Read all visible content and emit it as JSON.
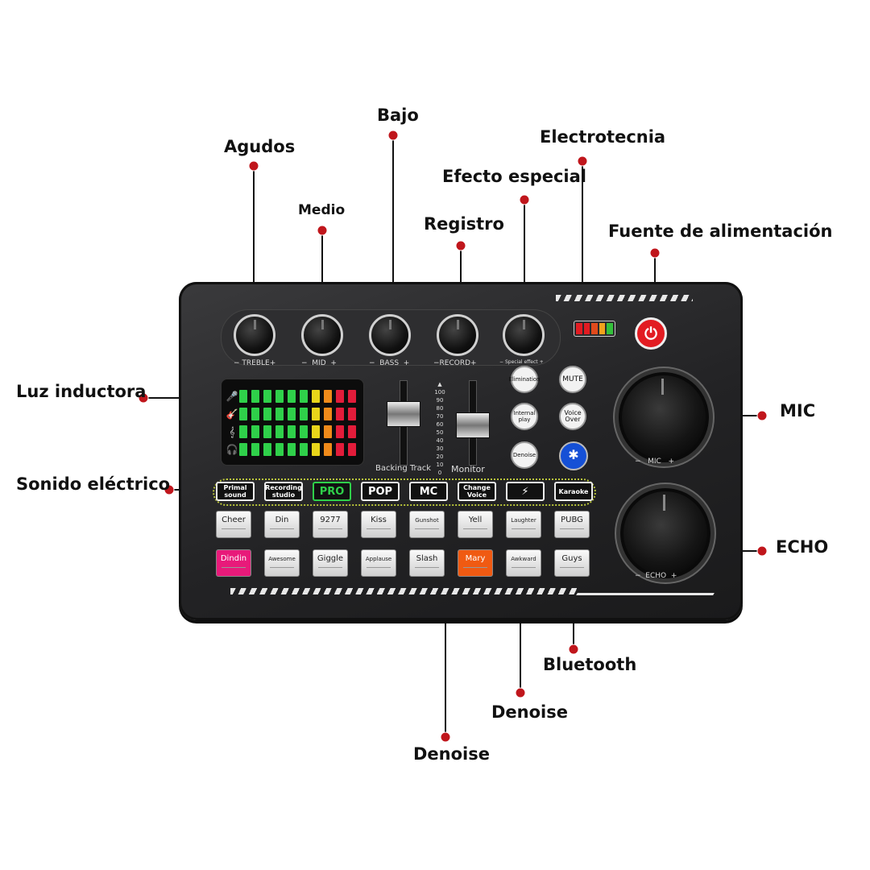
{
  "callouts": {
    "agudos": "Agudos",
    "bajo": "Bajo",
    "electrotecnia": "Electrotecnia",
    "medio": "Medio",
    "efecto_especial": "Efecto especial",
    "registro": "Registro",
    "fuente": "Fuente de alimentación",
    "luz_inductora": "Luz inductora",
    "mic": "MIC",
    "sonido_electrico": "Sonido eléctrico",
    "echo": "ECHO",
    "bluetooth": "Bluetooth",
    "denoise_1": "Denoise",
    "denoise_2": "Denoise"
  },
  "knobs": {
    "treble": "TREBLE",
    "mid": "MID",
    "bass": "BASS",
    "record": "RECORD",
    "special": "Special effect",
    "minus": "−",
    "plus": "+"
  },
  "faders": {
    "backing_track": "Backing Track",
    "monitor": "Monitor",
    "scale": [
      "100",
      "90",
      "80",
      "70",
      "60",
      "50",
      "40",
      "30",
      "20",
      "10",
      "0"
    ]
  },
  "round_buttons": {
    "elimination": "Elimination",
    "mute": "MUTE",
    "internal_play": "Internal play",
    "voice_over": "Voice Over",
    "denoise": "Denoise",
    "bluetooth_icon": "bluetooth-icon"
  },
  "big_knobs": {
    "mic": "MIC",
    "echo": "ECHO"
  },
  "effects": [
    "Primal sound",
    "Recording studio",
    "PRO",
    "POP",
    "MC",
    "Change Voice",
    "⚡",
    "Karaoke"
  ],
  "sounds_row1": [
    "Cheer",
    "Din",
    "9277",
    "Kiss",
    "Gunshot",
    "Yell",
    "Laughter",
    "PUBG"
  ],
  "sounds_row2": [
    "Dindin",
    "Awesome",
    "Giggle",
    "Applause",
    "Slash",
    "Mary",
    "Awkward",
    "Guys"
  ],
  "colors": {
    "pin": "#c0161c",
    "power": "#e21c22",
    "pro": "#2fd04a",
    "bluetooth": "#1550d6",
    "pink_pad": "#e81a7a",
    "orange_pad": "#f05a12"
  },
  "meter_icons": [
    "mic-icon",
    "guitar-icon",
    "music-note-icon",
    "headphones-icon"
  ],
  "power_icon": "power-icon"
}
